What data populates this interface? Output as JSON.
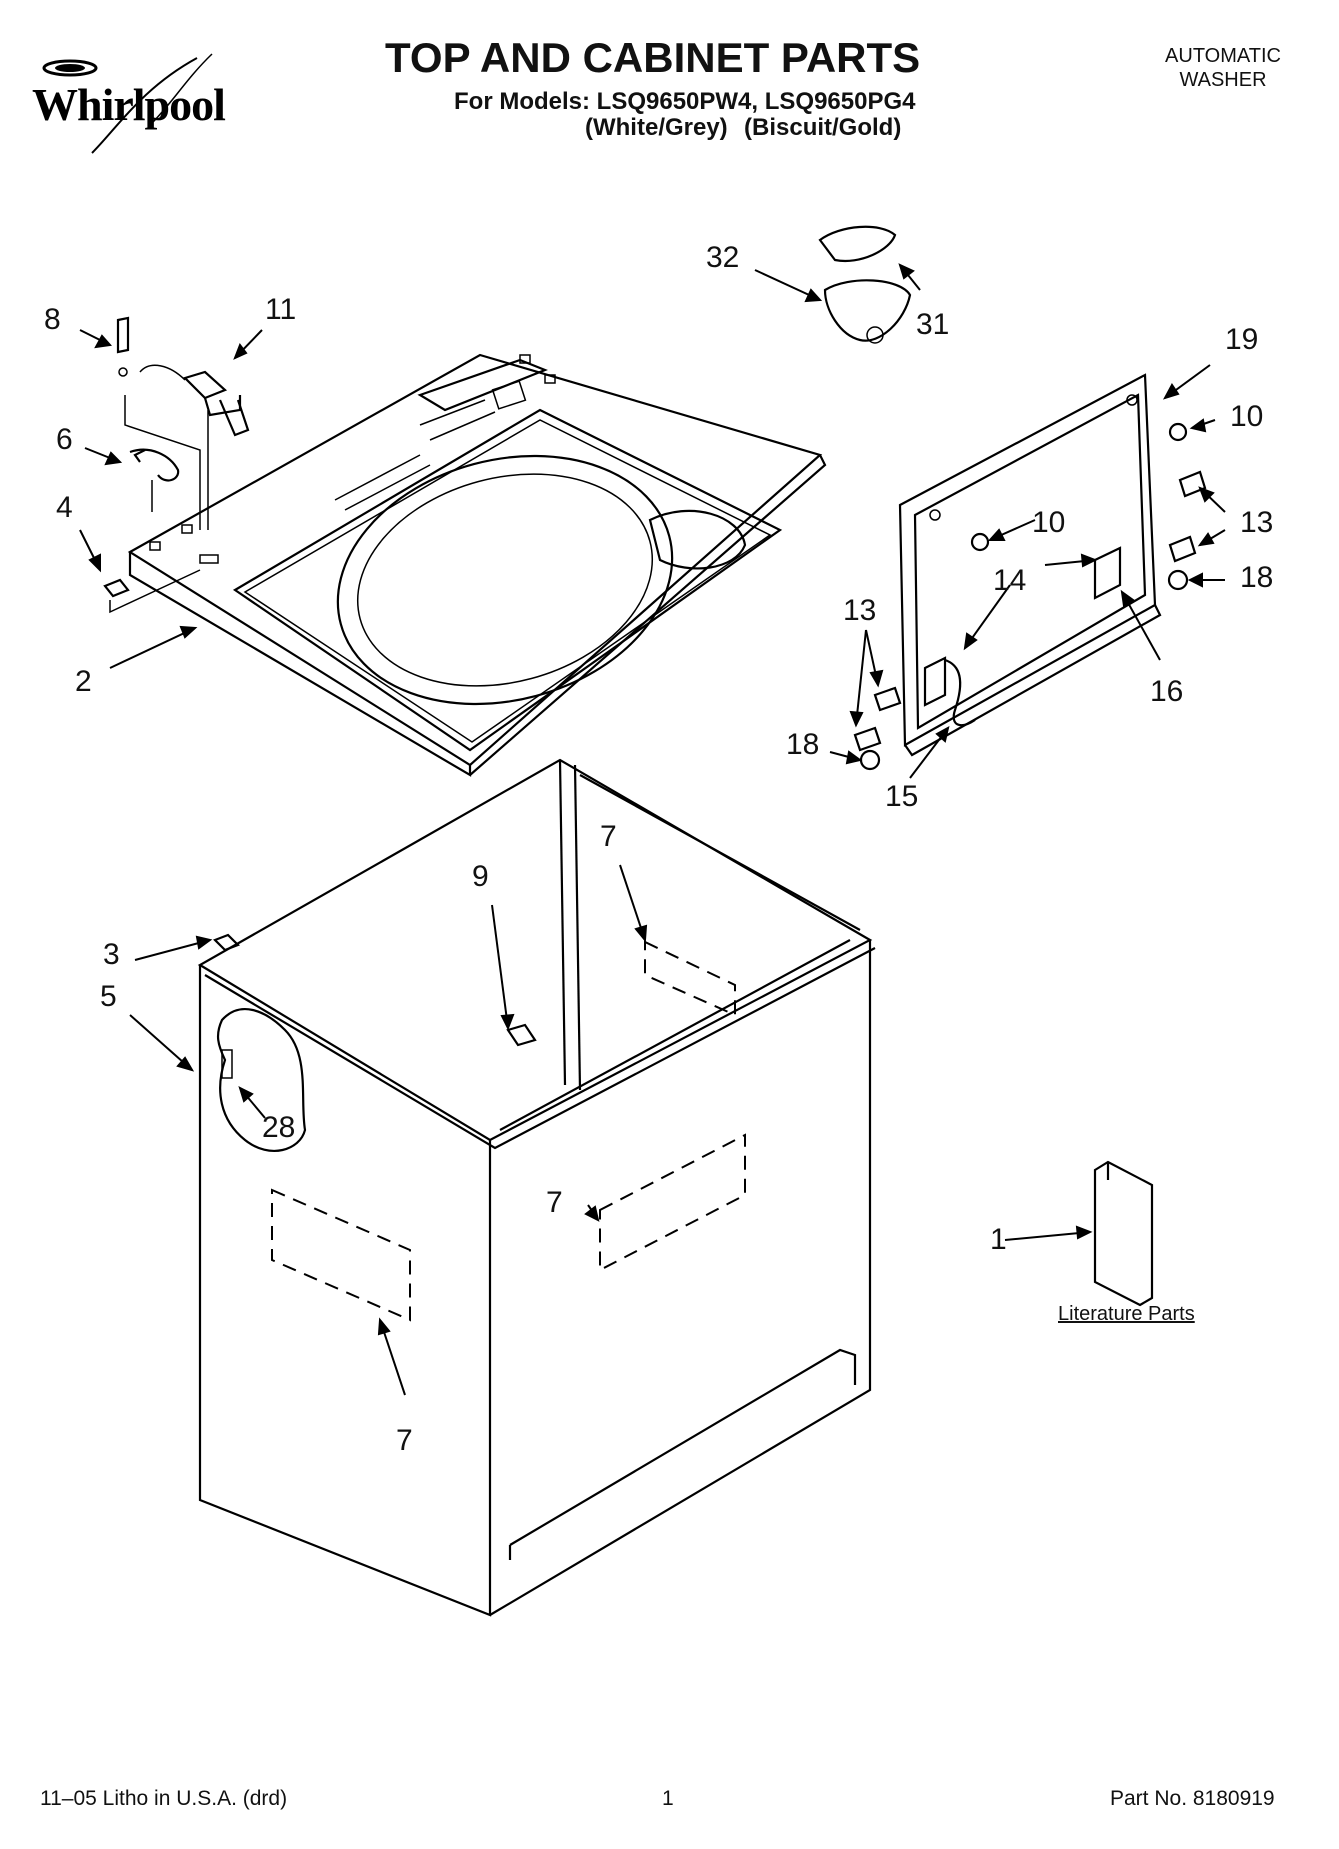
{
  "header": {
    "brand": "Whirlpool",
    "title": "TOP AND CABINET PARTS",
    "models_line": "For Models: LSQ9650PW4, LSQ9650PG4",
    "color_1": "(White/Grey)",
    "color_2": "(Biscuit/Gold)",
    "appliance_type_1": "AUTOMATIC",
    "appliance_type_2": "WASHER"
  },
  "callouts": {
    "c8": "8",
    "c11": "11",
    "c6": "6",
    "c4": "4",
    "c2": "2",
    "c32": "32",
    "c31": "31",
    "c19": "19",
    "c10a": "10",
    "c10b": "10",
    "c13a": "13",
    "c13b": "13",
    "c14": "14",
    "c18a": "18",
    "c18b": "18",
    "c16": "16",
    "c15": "15",
    "c7a": "7",
    "c9": "9",
    "c3": "3",
    "c5": "5",
    "c28": "28",
    "c7b": "7",
    "c7c": "7",
    "c1": "1"
  },
  "literature_label": "Literature Parts",
  "footer": {
    "left": "11–05 Litho in U.S.A. (drd)",
    "center": "1",
    "right": "Part No. 8180919"
  }
}
